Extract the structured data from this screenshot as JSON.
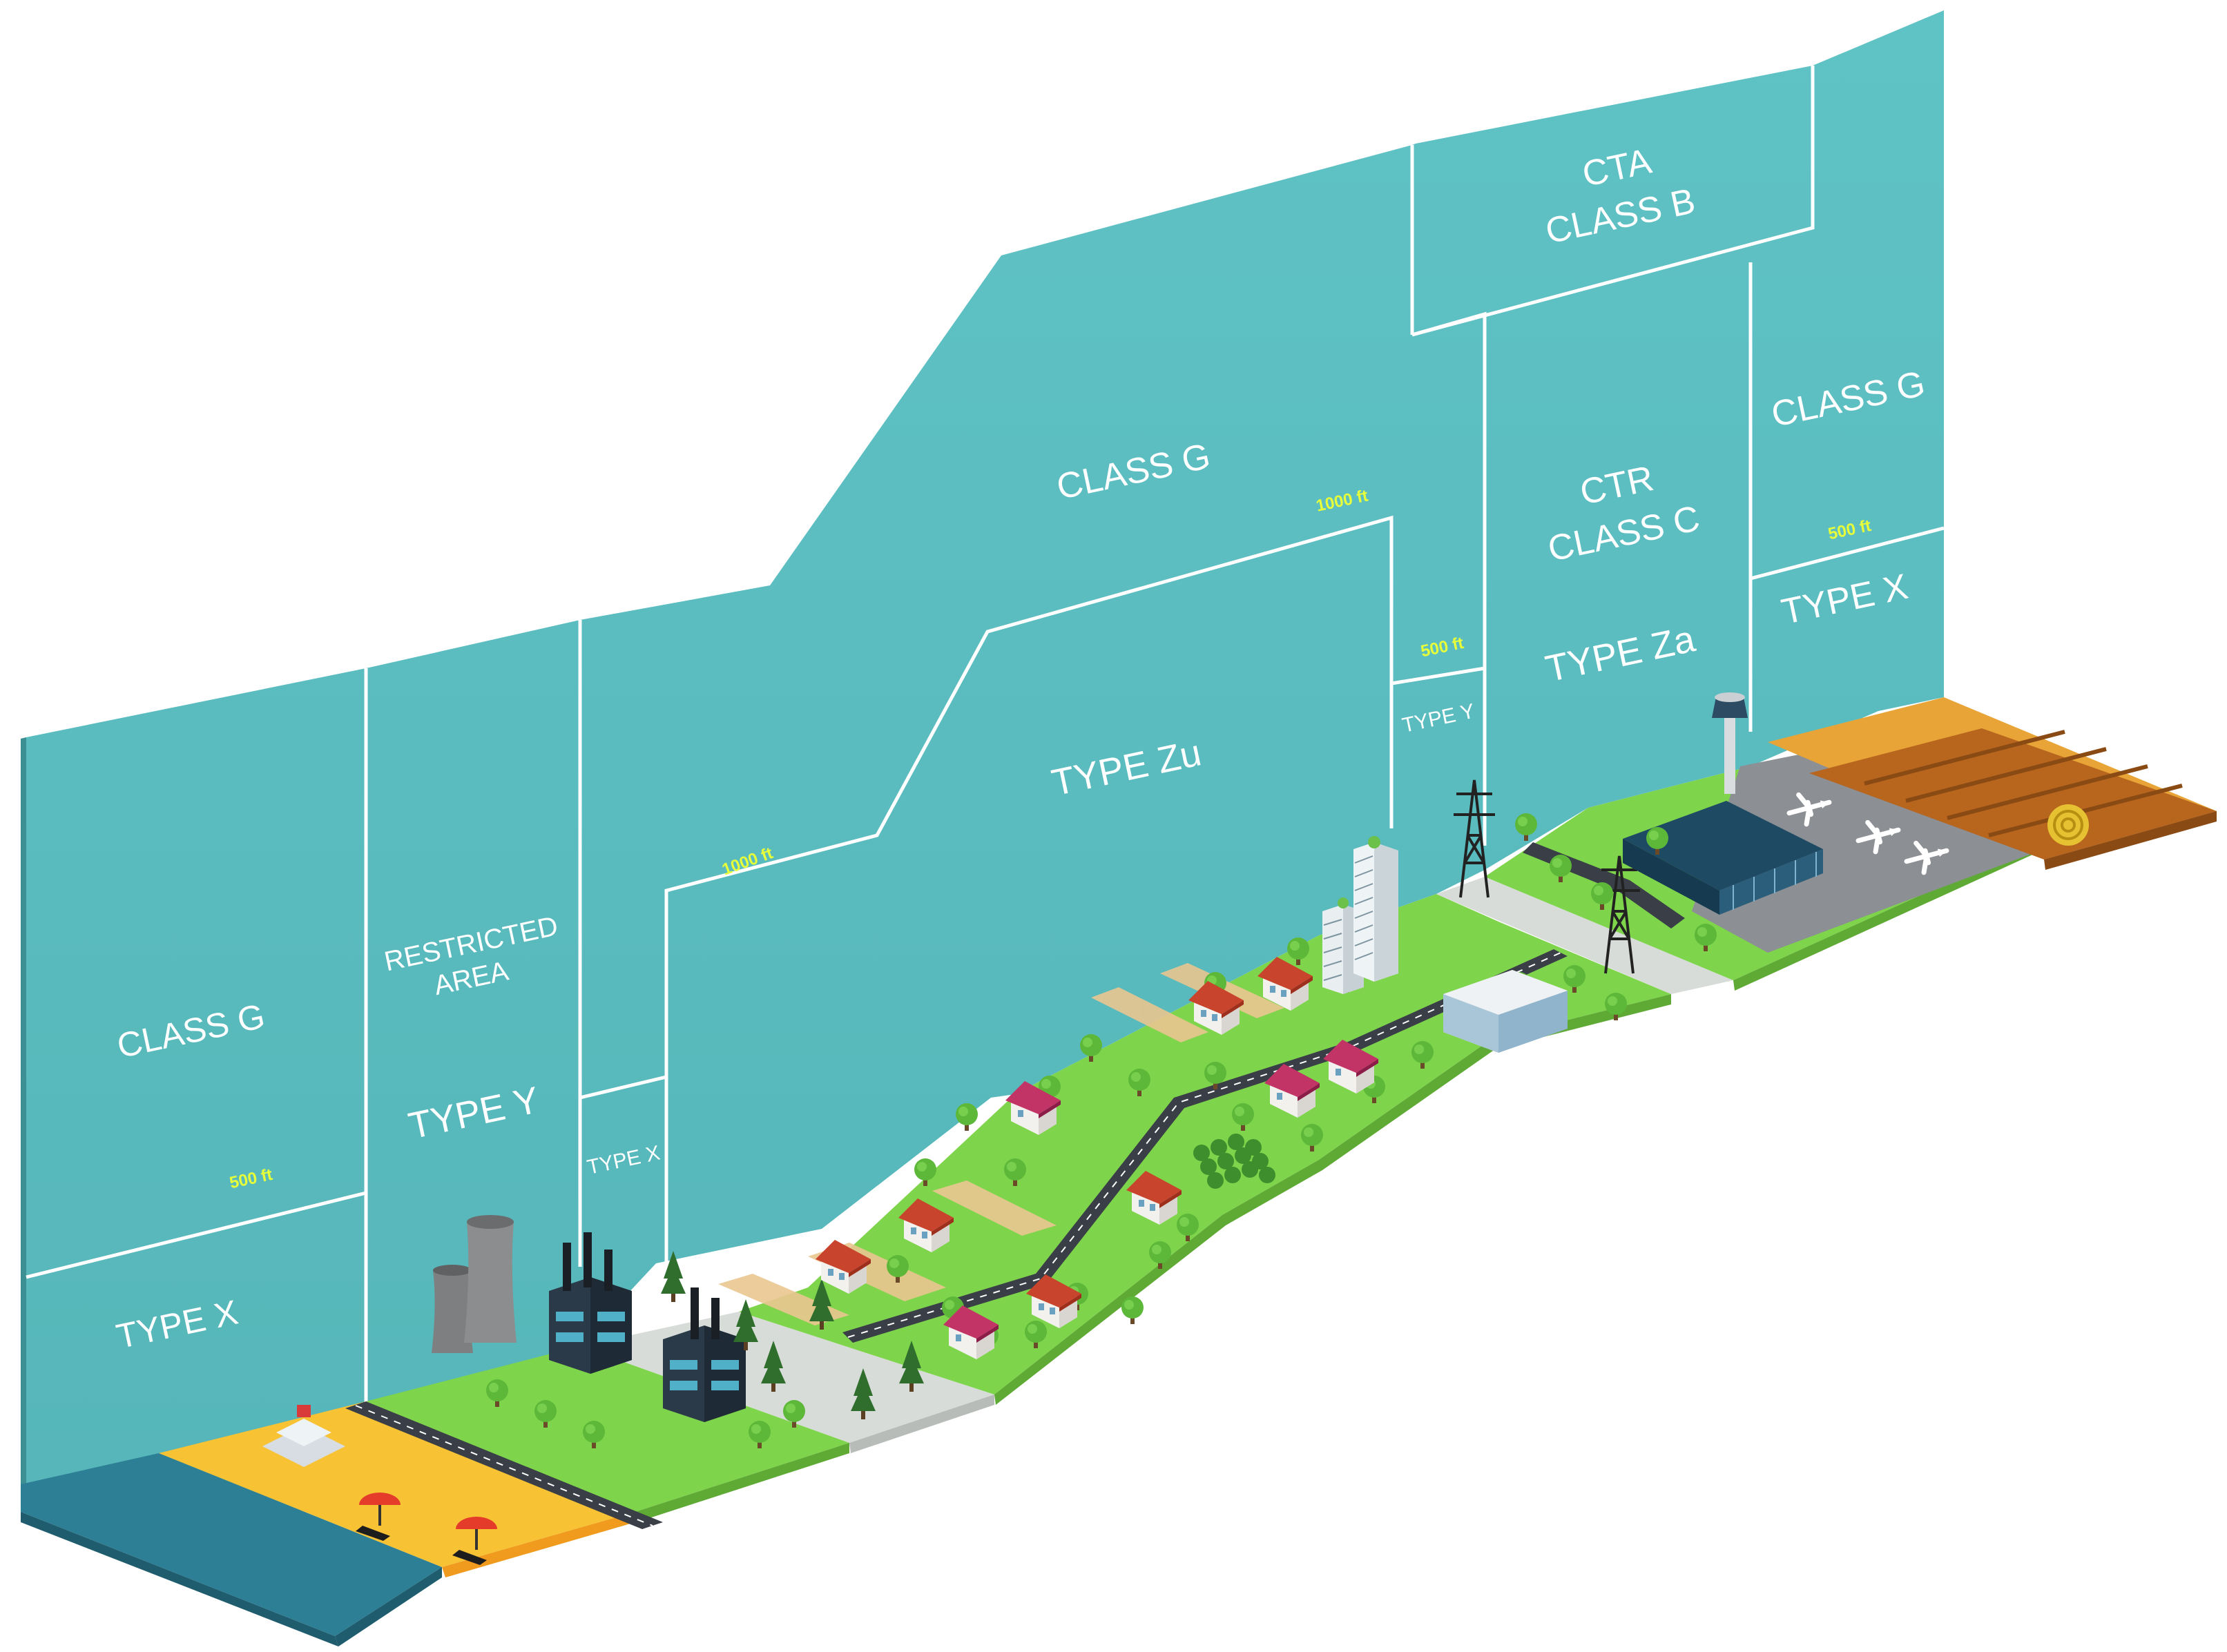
{
  "colors": {
    "airspace_wall": "#5bbcbf",
    "airspace_shadow": "#4aa5a8",
    "zone_line": "#ffffff",
    "altitude_label": "#e6ff3a",
    "sea": "#2d7f96",
    "beach": "#f7c234",
    "beach_edge": "#f09a1e",
    "grass": "#7ed44a",
    "grass_edge": "#5eaa34",
    "paved": "#d8dcd8",
    "road": "#3a3f47",
    "field": "#b8651e",
    "field_top": "#e8a437",
    "airport_apron": "#8c8f94"
  },
  "zones": {
    "left_class_g": "CLASS G",
    "left_type_x": "TYPE X",
    "left_alt": "500 ft",
    "restricted_line1": "RESTRICTED",
    "restricted_line2": "AREA",
    "restricted_type": "TYPE Y",
    "mid_type_x": "TYPE X",
    "mid_alt_low": "1000 ft",
    "mid_class_g": "CLASS G",
    "mid_type_zu": "TYPE Zu",
    "mid_alt_high": "1000 ft",
    "narrow_alt": "500 ft",
    "narrow_type_y": "TYPE Y",
    "cta_line1": "CTA",
    "cta_line2": "CLASS B",
    "ctr_line1": "CTR",
    "ctr_line2": "CLASS C",
    "ctr_type": "TYPE Za",
    "right_class_g": "CLASS G",
    "right_alt": "500 ft",
    "right_type_x": "TYPE X"
  },
  "icons": [
    "beach-house-icon",
    "beach-umbrella-icon",
    "cooling-tower-icon",
    "factory-icon",
    "tree-icon",
    "house-icon",
    "skyscraper-icon",
    "office-building-icon",
    "orchard-icon",
    "power-pylon-icon",
    "airport-terminal-icon",
    "control-tower-icon",
    "airplane-icon",
    "hay-bale-icon"
  ]
}
